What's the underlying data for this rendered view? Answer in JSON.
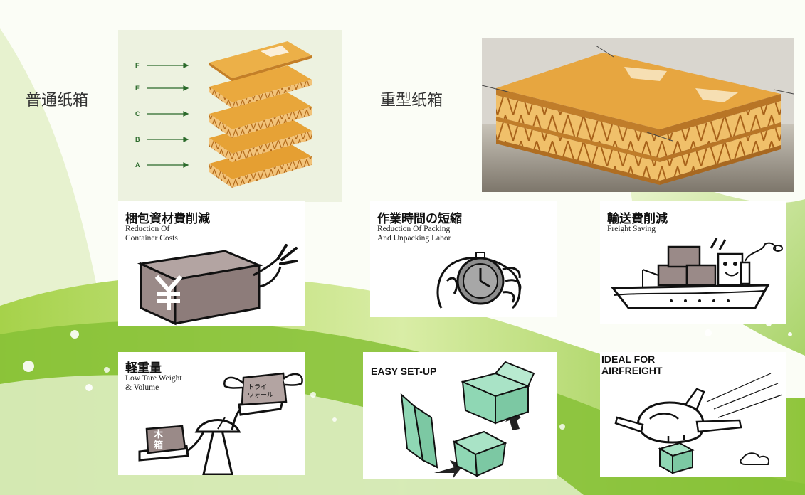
{
  "labels": {
    "normal_box": "普通纸箱",
    "heavy_box": "重型纸箱"
  },
  "layers": [
    "F",
    "E",
    "C",
    "B",
    "A"
  ],
  "benefits": [
    {
      "title": "梱包資材費削減",
      "subtitle": "Reduction Of\nContainer Costs",
      "icon": "yen-box-icon"
    },
    {
      "title": "作業時間の短縮",
      "subtitle": "Reduction Of Packing\nAnd Unpacking Labor",
      "icon": "stopwatch-icon"
    },
    {
      "title": "輸送費削減",
      "subtitle": "Freight Saving",
      "icon": "cargo-ship-icon"
    },
    {
      "title": "軽重量",
      "subtitle": "Low Tare Weight\n& Volume",
      "icon": "balance-scale-icon",
      "box_left": "木\n箱",
      "box_right": "トライ\nウォール"
    },
    {
      "title": "EASY SET-UP",
      "icon": "folding-box-icon"
    },
    {
      "title": "IDEAL FOR\nAIRFREIGHT",
      "icon": "airplane-icon"
    }
  ],
  "colors": {
    "background_green": "#9ccc3a",
    "cardboard": "#e8a437",
    "box_green": "#8fd7b4",
    "box_gray": "#9a8a88"
  }
}
